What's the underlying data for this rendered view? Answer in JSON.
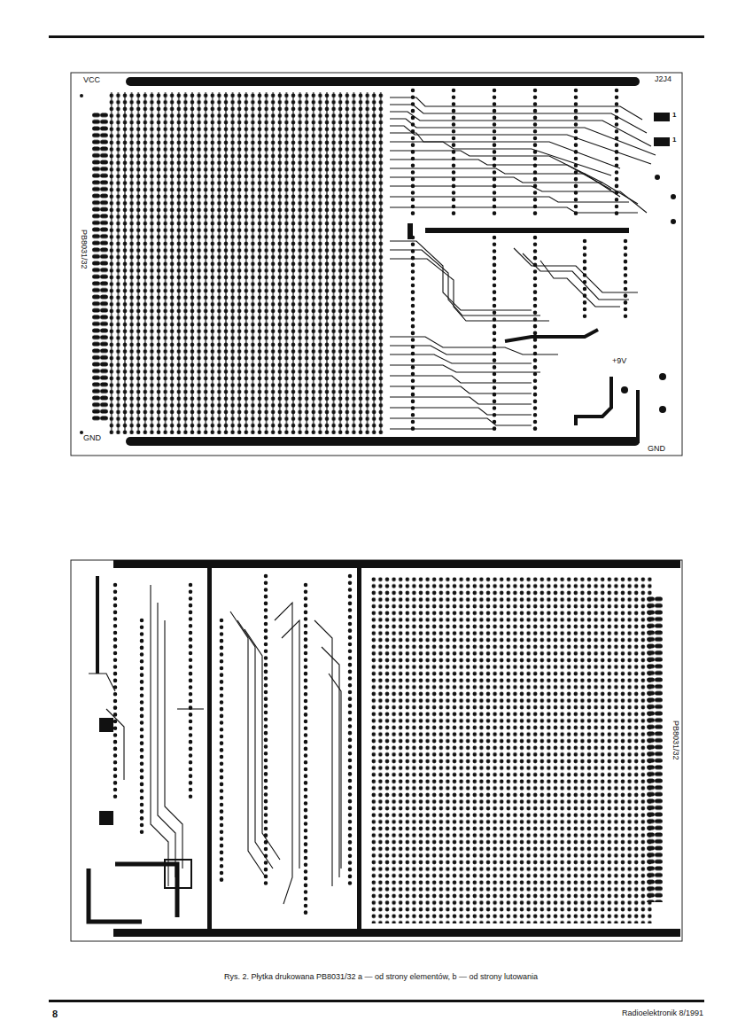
{
  "diagram": {
    "caption": "Rys. 2. Płytka drukowana PB8031/32 a — od strony elementów, b — od strony lutowania",
    "labels": [
      "VCC",
      "J2J4",
      "1",
      "1",
      "PB8031/32",
      "+9V",
      "GND",
      "GND",
      "PB8031/32",
      "8",
      "Radioelektronik 8/1991"
    ]
  }
}
